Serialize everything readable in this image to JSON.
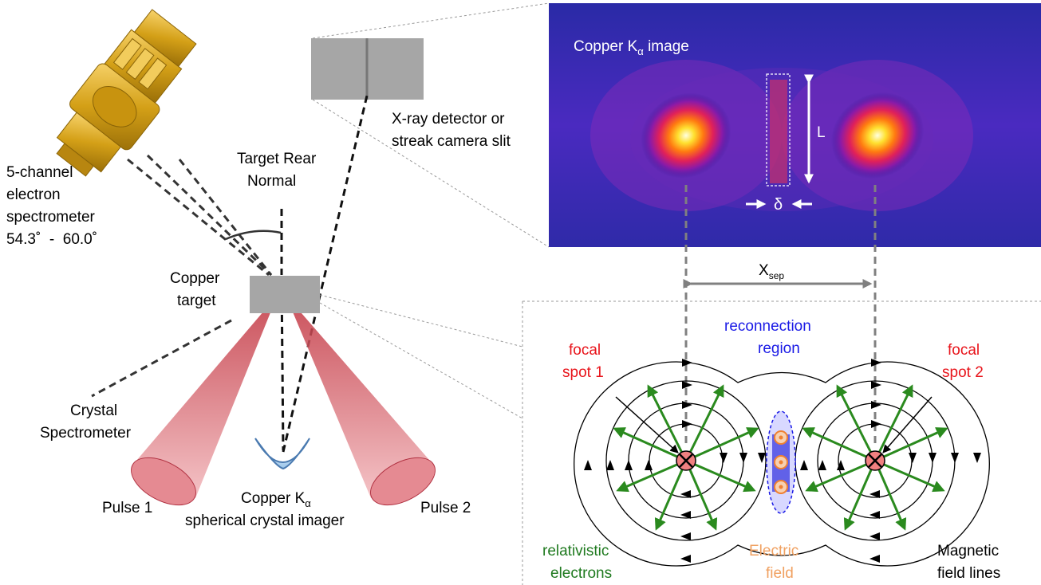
{
  "labels": {
    "spectrometer_line1": "5-channel",
    "spectrometer_line2": "electron",
    "spectrometer_line3": "spectrometer",
    "spectrometer_angles": "54.3˚  -  60.0˚",
    "target_rear_line1": "Target Rear",
    "target_rear_line2": "Normal",
    "copper_target_line1": "Copper",
    "copper_target_line2": "target",
    "crystal_spec_line1": "Crystal",
    "crystal_spec_line2": "Spectrometer",
    "pulse1": "Pulse 1",
    "pulse2": "Pulse 2",
    "imager_line1_main": "Copper K",
    "imager_line1_sub": "α",
    "imager_line2": "spherical crystal imager",
    "detector_line1": "X-ray detector or",
    "detector_line2": "streak camera slit"
  },
  "kalpha_image": {
    "title_main": "Copper K",
    "title_sub": "α",
    "title_tail": " image",
    "length_symbol": "L",
    "width_symbol": "δ"
  },
  "separation": {
    "main": "X",
    "sub": "sep"
  },
  "schematic": {
    "focal_spot_1_line1": "focal",
    "focal_spot_1_line2": "spot 1",
    "focal_spot_2_line1": "focal",
    "focal_spot_2_line2": "spot 2",
    "reconnection_line1": "reconnection",
    "reconnection_line2": "region",
    "electrons_line1": "relativistic",
    "electrons_line2": "electrons",
    "efield_line1": "Electric",
    "efield_line2": "field",
    "bfield_line1": "Magnetic",
    "bfield_line2": "field lines"
  },
  "colors": {
    "red_label": "#e8141b",
    "blue_label": "#1a1ae6",
    "green_label": "#1f7a1f",
    "orange_label": "#f0a060",
    "arrow_green": "#2a8a1e",
    "metal_gold": "#d4a017",
    "target_gray": "#a6a6a6",
    "pulse_red": "#d94f5a"
  }
}
